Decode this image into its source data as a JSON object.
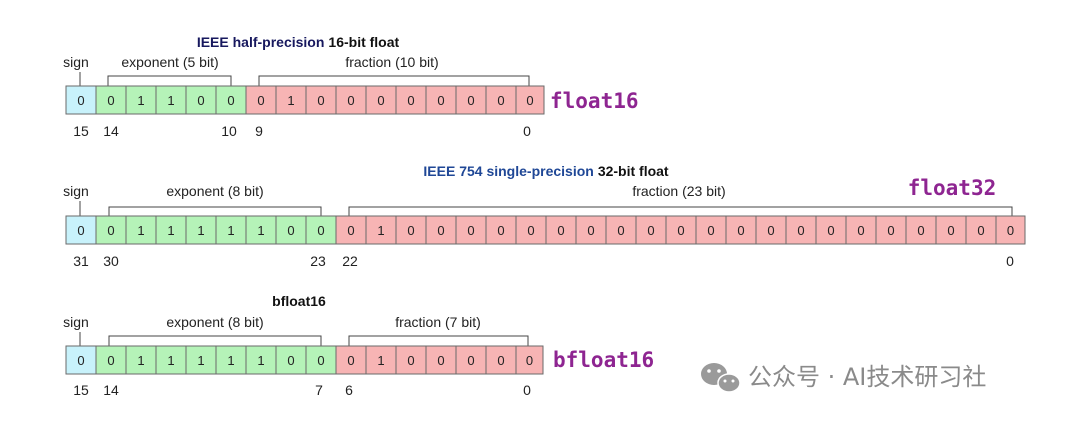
{
  "colors": {
    "sign": "#c8f2fb",
    "exponent": "#b5f3b8",
    "fraction": "#f7b4b4",
    "border": "#6a6a6a",
    "tag": "#8e2591",
    "title_blue": "#1f4796",
    "title_dark": "#17185e"
  },
  "float16": {
    "title_colored": "IEEE half-precision",
    "title_bold": "16-bit float",
    "sign_label": "sign",
    "exponent_label": "exponent (5 bit)",
    "fraction_label": "fraction (10 bit)",
    "tag": "float16",
    "sign_bits": [
      "0"
    ],
    "exponent_bits": [
      "0",
      "1",
      "1",
      "0",
      "0"
    ],
    "fraction_bits": [
      "0",
      "1",
      "0",
      "0",
      "0",
      "0",
      "0",
      "0",
      "0",
      "0"
    ],
    "positions": [
      "15",
      "14",
      "10",
      "9",
      "0"
    ]
  },
  "float32": {
    "title_colored": "IEEE 754 single-precision",
    "title_bold": "32-bit float",
    "sign_label": "sign",
    "exponent_label": "exponent (8 bit)",
    "fraction_label": "fraction (23 bit)",
    "tag": "float32",
    "sign_bits": [
      "0"
    ],
    "exponent_bits": [
      "0",
      "1",
      "1",
      "1",
      "1",
      "1",
      "0",
      "0"
    ],
    "fraction_bits": [
      "0",
      "1",
      "0",
      "0",
      "0",
      "0",
      "0",
      "0",
      "0",
      "0",
      "0",
      "0",
      "0",
      "0",
      "0",
      "0",
      "0",
      "0",
      "0",
      "0",
      "0",
      "0",
      "0"
    ],
    "positions": [
      "31",
      "30",
      "23",
      "22",
      "0"
    ]
  },
  "bfloat16": {
    "title_bold": "bfloat16",
    "sign_label": "sign",
    "exponent_label": "exponent (8 bit)",
    "fraction_label": "fraction (7 bit)",
    "tag": "bfloat16",
    "sign_bits": [
      "0"
    ],
    "exponent_bits": [
      "0",
      "1",
      "1",
      "1",
      "1",
      "1",
      "0",
      "0"
    ],
    "fraction_bits": [
      "0",
      "1",
      "0",
      "0",
      "0",
      "0",
      "0"
    ],
    "positions": [
      "15",
      "14",
      "7",
      "6",
      "0"
    ]
  },
  "watermark": {
    "icon": "wechat-icon",
    "text": "公众号 · AI技术研习社"
  }
}
